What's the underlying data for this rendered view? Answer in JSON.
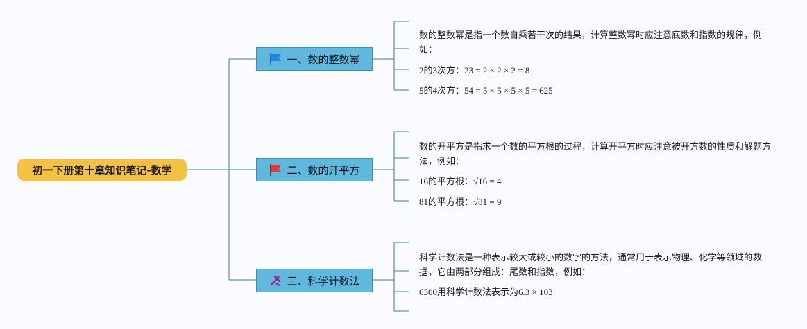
{
  "root": {
    "label": "初一下册第十章知识笔记-数学"
  },
  "branches": [
    {
      "label": "一、数的整数幂",
      "icon": "blue-flag-icon",
      "leaves": [
        "数的整数幂是指一个数自乘若干次的结果，计算整数幂时应注意底数和指数的规律，例如：",
        "2的3次方：23 = 2 × 2 × 2 = 8",
        "5的4次方：54 = 5 × 5 × 5 × 5 = 625"
      ]
    },
    {
      "label": "二、数的开平方",
      "icon": "red-flag-icon",
      "leaves": [
        "数的开平方是指求一个数的平方根的过程，计算开平方时应注意被开方数的性质和解题方法，例如：",
        "16的平方根：√16 = 4",
        "81的平方根：√81 = 9"
      ]
    },
    {
      "label": "三、科学计数法",
      "icon": "tools-icon",
      "leaves": [
        "科学计数法是一种表示较大或较小的数字的方法，通常用于表示物理、化学等领域的数据，它由两部分组成：尾数和指数，例如：",
        "6300用科学计数法表示为6.3 × 103"
      ]
    }
  ],
  "colors": {
    "root_fill": "#f5c142",
    "branch_fill": "#5fb9df",
    "connector": "#5d9e95"
  }
}
